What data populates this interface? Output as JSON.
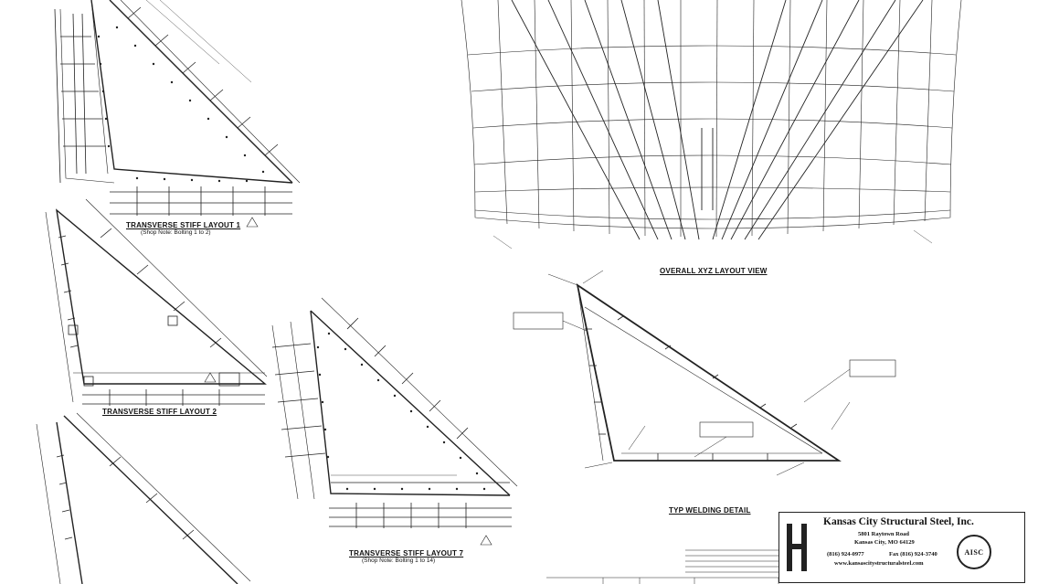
{
  "captions": {
    "layout1": "TRANSVERSE STIFF LAYOUT 1",
    "layout1_note": "(Shop Note: Bolting 1 to 2)",
    "layout2": "TRANSVERSE STIFF LAYOUT 2",
    "layout7": "TRANSVERSE STIFF LAYOUT 7",
    "layout7_note": "(Shop Note: Bolting 1 to 14)",
    "overall": "OVERALL XYZ LAYOUT VIEW",
    "welding": "TYP WELDING DETAIL"
  },
  "title_block": {
    "company": "Kansas City Structural Steel, Inc.",
    "address1": "5801 Raytown Road",
    "address2": "Kansas City, MO 64129",
    "phone": "(816) 924-0977",
    "fax": "Fax (816) 924-3740",
    "website": "www.kansascitystructuralsteel.com",
    "seal": "AISC"
  },
  "colors": {
    "line": "#222222",
    "background": "#ffffff"
  }
}
